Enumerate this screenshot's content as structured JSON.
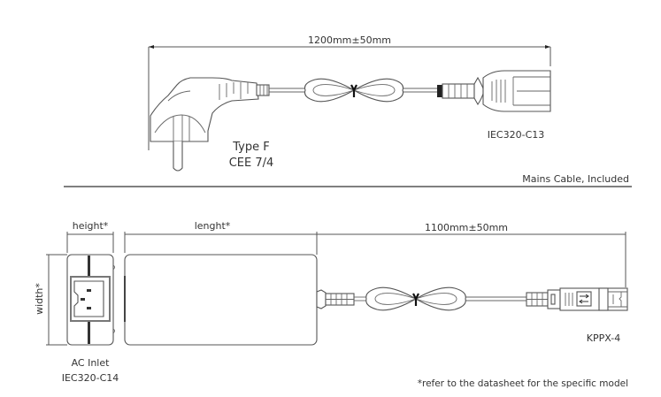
{
  "mains_cable": {
    "length_label": "1200mm±50mm",
    "plug_type_line1": "Type F",
    "plug_type_line2": "CEE 7/4",
    "connector_label": "IEC320-C13",
    "section_caption": "Mains Cable, Included"
  },
  "adapter": {
    "height_label": "height*",
    "length_label": "lenght*",
    "width_label": "width*",
    "cable_length_label": "1100mm±50mm",
    "inlet_label_line1": "AC Inlet",
    "inlet_label_line2": "IEC320-C14",
    "output_connector_label": "KPPX-4"
  },
  "footnote": "*refer to the datasheet for the specific model",
  "colors": {
    "line": "#555555",
    "text": "#333333",
    "divider": "#555555"
  }
}
